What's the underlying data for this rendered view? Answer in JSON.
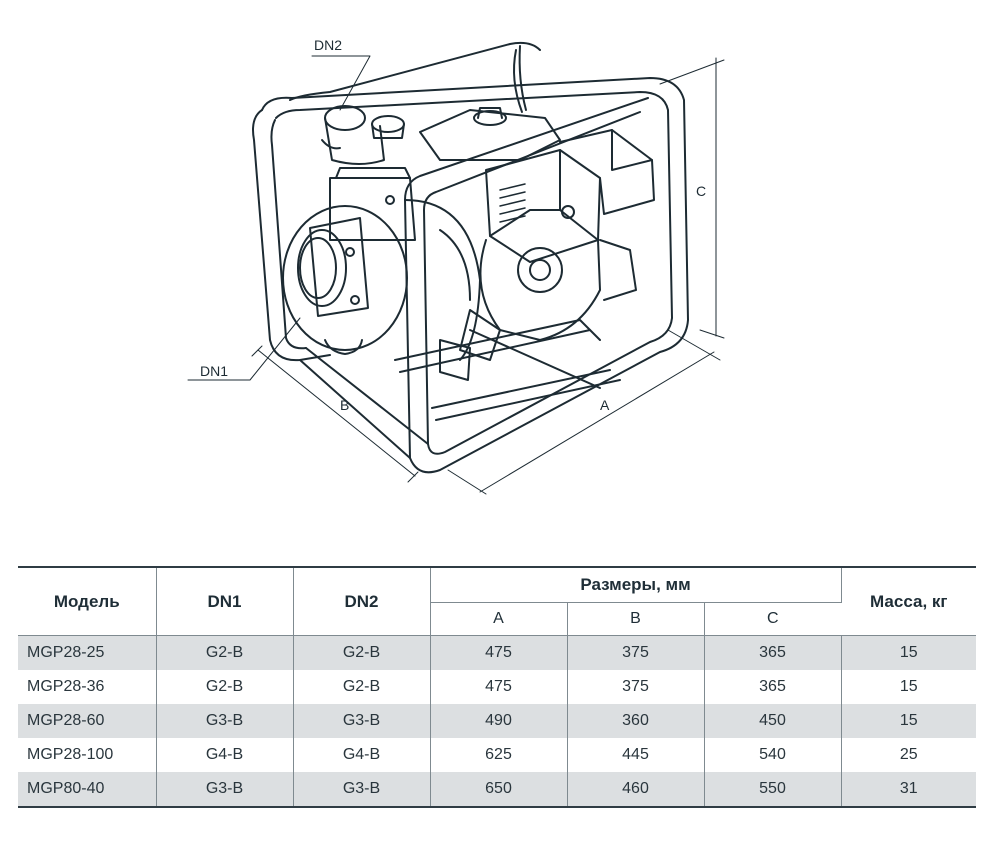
{
  "drawing": {
    "labels": {
      "dn2": "DN2",
      "dn1": "DN1",
      "a": "A",
      "b": "B",
      "c": "C"
    }
  },
  "table": {
    "headers": {
      "model": "Модель",
      "dn1": "DN1",
      "dn2": "DN2",
      "dimensions": "Размеры, мм",
      "a": "A",
      "b": "B",
      "c": "C",
      "mass": "Масса, кг"
    },
    "rows": [
      {
        "model": "MGP28-25",
        "dn1": "G2-B",
        "dn2": "G2-B",
        "a": "475",
        "b": "375",
        "c": "365",
        "mass": "15"
      },
      {
        "model": "MGP28-36",
        "dn1": "G2-B",
        "dn2": "G2-B",
        "a": "475",
        "b": "375",
        "c": "365",
        "mass": "15"
      },
      {
        "model": "MGP28-60",
        "dn1": "G3-B",
        "dn2": "G3-B",
        "a": "490",
        "b": "360",
        "c": "450",
        "mass": "15"
      },
      {
        "model": "MGP28-100",
        "dn1": "G4-B",
        "dn2": "G4-B",
        "a": "625",
        "b": "445",
        "c": "540",
        "mass": "25"
      },
      {
        "model": "MGP80-40",
        "dn1": "G3-B",
        "dn2": "G3-B",
        "a": "650",
        "b": "460",
        "c": "550",
        "mass": "31"
      }
    ]
  }
}
